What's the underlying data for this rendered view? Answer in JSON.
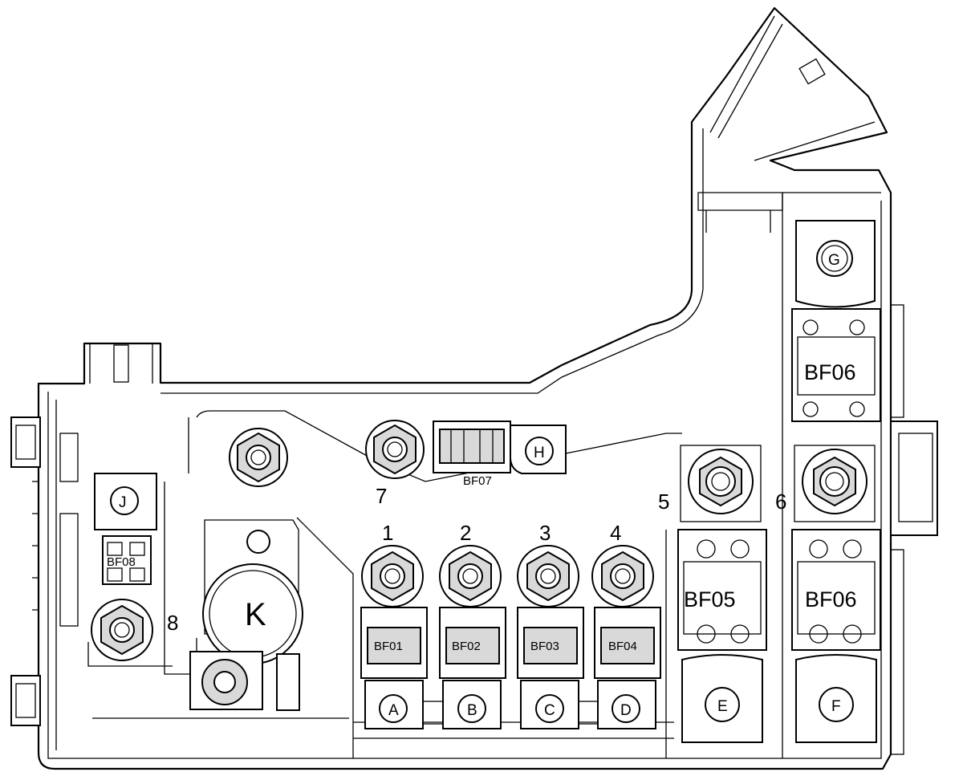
{
  "fuses": {
    "bf01": "BF01",
    "bf02": "BF02",
    "bf03": "BF03",
    "bf04": "BF04",
    "bf05": "BF05",
    "bf06_top": "BF06",
    "bf06_bottom": "BF06",
    "bf07": "BF07",
    "bf08": "BF08"
  },
  "studs": {
    "s1": "1",
    "s2": "2",
    "s3": "3",
    "s4": "4",
    "s5": "5",
    "s6": "6",
    "s7": "7",
    "s8": "8"
  },
  "terminals": {
    "a": "A",
    "b": "B",
    "c": "C",
    "d": "D",
    "e": "E",
    "f": "F",
    "g": "G",
    "h": "H",
    "j": "J",
    "k": "K"
  }
}
